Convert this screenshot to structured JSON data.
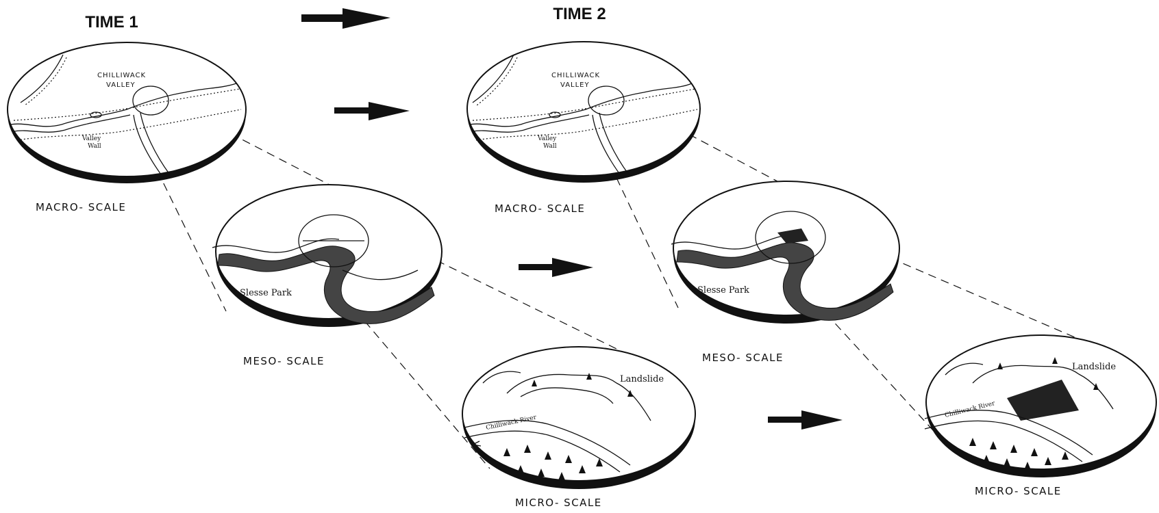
{
  "titles": {
    "time1": "TIME 1",
    "time2": "TIME 2"
  },
  "scale_labels": {
    "macro_1": "MACRO- SCALE",
    "meso_1": "MESO- SCALE",
    "micro_1": "MICRO- SCALE",
    "macro_2": "MACRO- SCALE",
    "meso_2": "MESO- SCALE",
    "micro_2": "MICRO- SCALE"
  },
  "map_labels": {
    "chilliwack_line1": "CHILLIWACK",
    "chilliwack_line2": "VALLEY",
    "valley_wall_line1": "Valley",
    "valley_wall_line2": "Wall",
    "slesse_park": "Slesse Park",
    "landslide": "Landslide",
    "chilliwack_river": "Chilliwack River"
  },
  "colors": {
    "ink": "#111111",
    "background": "#ffffff"
  },
  "icons": [
    "arrow-right-icon",
    "tree-icon"
  ]
}
